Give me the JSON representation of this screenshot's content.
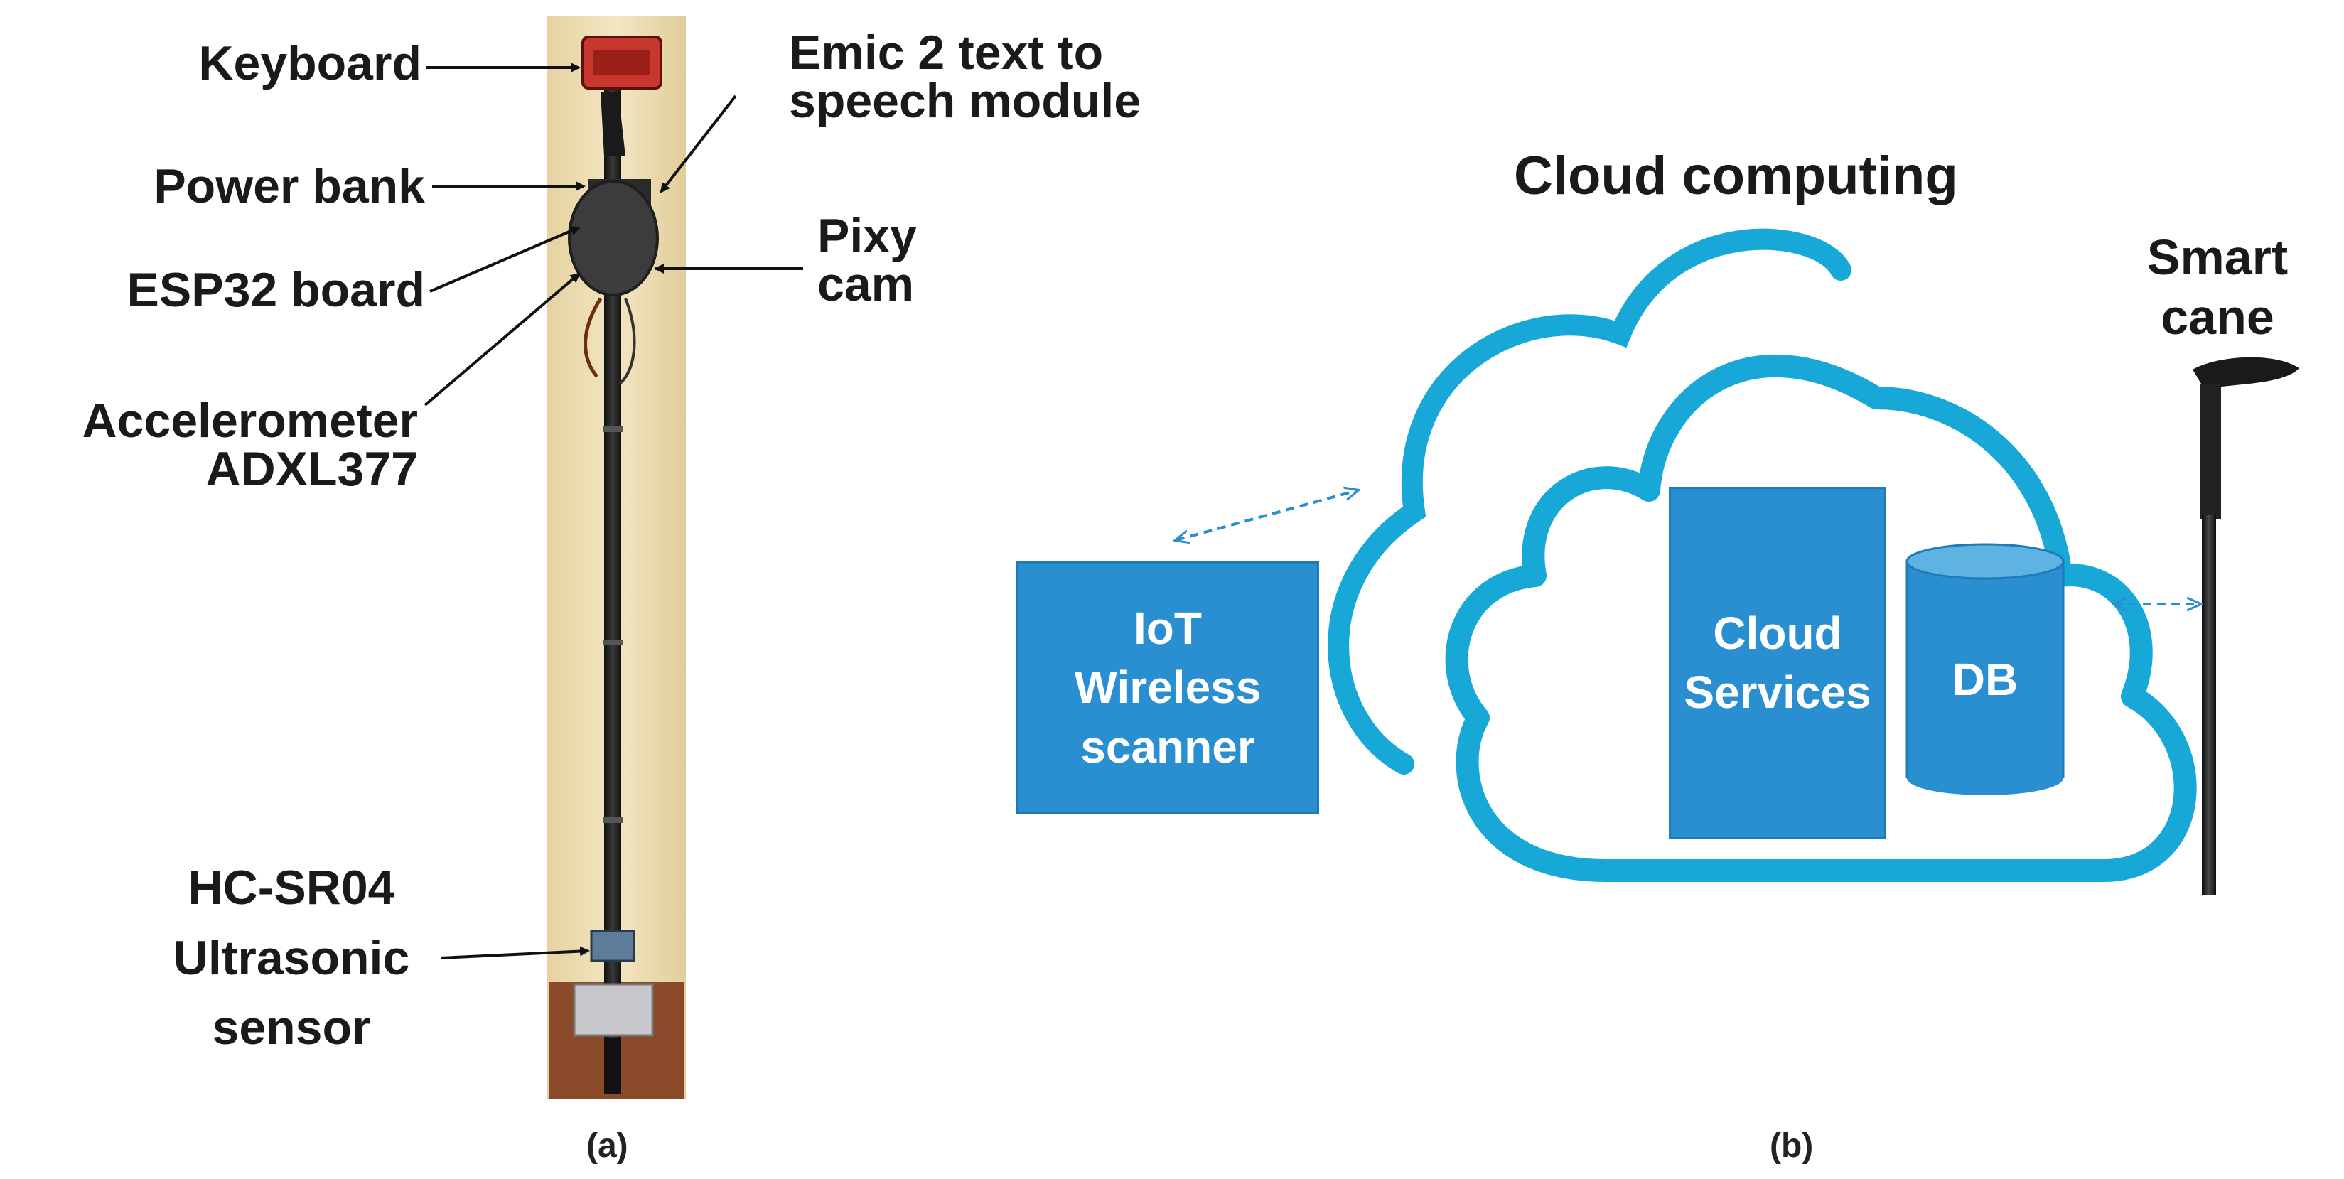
{
  "panel_a": {
    "labels": {
      "keyboard": "Keyboard",
      "emic": [
        "Emic 2 text to",
        "speech module"
      ],
      "power_bank": "Power bank",
      "esp32": "ESP32 board",
      "pixy": [
        "Pixy",
        "cam"
      ],
      "accelerometer": [
        "Accelerometer",
        "ADXL377"
      ],
      "ultrasonic": [
        "HC-SR04",
        "Ultrasonic",
        "sensor"
      ]
    },
    "caption": "(a)"
  },
  "panel_b": {
    "title": "Cloud computing",
    "iot_box": [
      "IoT",
      "Wireless",
      "scanner"
    ],
    "cloud_services": [
      "Cloud",
      "Services"
    ],
    "db": "DB",
    "smart_cane": [
      "Smart",
      "cane"
    ],
    "caption": "(b)"
  },
  "colors": {
    "cloud_stroke": "#17a8d8",
    "box_fill": "#2a8fd0",
    "arrow": "#2a8fd0",
    "photo_background": "#f0e2b8"
  }
}
